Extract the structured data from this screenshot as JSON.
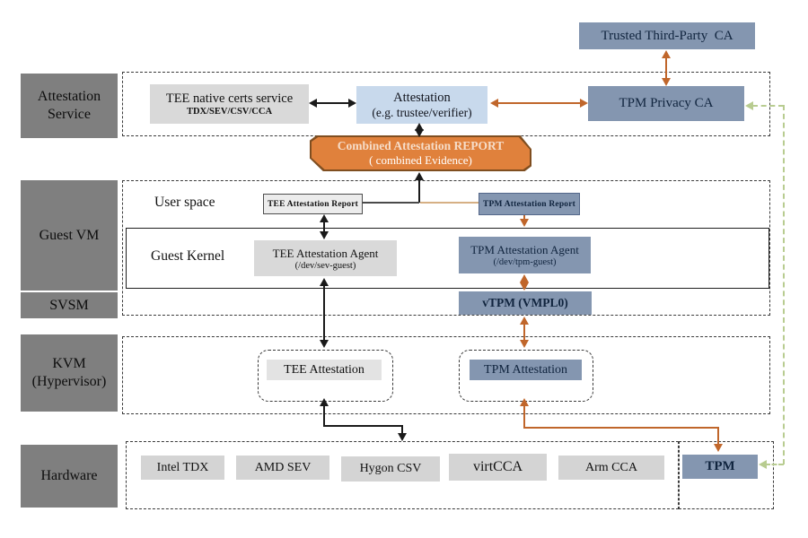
{
  "side_labels": [
    {
      "label": "Attestation Service"
    },
    {
      "label": "Guest VM"
    },
    {
      "label": "SVSM"
    },
    {
      "label": "KVM (Hypervisor)"
    },
    {
      "label": "Hardware"
    }
  ],
  "top": {
    "trusted_ca": "Trusted Third-Party  CA",
    "tpm_privacy_ca": "TPM Privacy CA"
  },
  "attestation_service": {
    "tee_native_title": "TEE native certs service",
    "tee_native_sub": "TDX/SEV/CSV/CCA",
    "attestation_title": "Attestation",
    "attestation_sub": "(e.g. trustee/verifier)"
  },
  "combined_report": {
    "line1": "Combined Attestation REPORT",
    "line2": "( combined Evidence)"
  },
  "guest_vm": {
    "user_space": "User space",
    "guest_kernel": "Guest Kernel",
    "tee_report": "TEE Attestation Report",
    "tpm_report": "TPM Attestation Report",
    "tee_agent_title": "TEE Attestation Agent",
    "tee_agent_sub": "(/dev/sev-guest)",
    "tpm_agent_title": "TPM Attestation Agent",
    "tpm_agent_sub": "(/dev/tpm-guest)"
  },
  "svsm": {
    "vtpm": "vTPM (VMPL0)"
  },
  "kvm": {
    "tee_attestation": "TEE Attestation",
    "tpm_attestation": "TPM Attestation"
  },
  "hardware": {
    "chips": [
      "Intel TDX",
      "AMD SEV",
      "Hygon CSV",
      "virtCCA",
      "Arm CCA"
    ],
    "tpm": "TPM"
  },
  "palette": {
    "layer_label_gray": "#7f7f7f",
    "blue_gray": "#8496b0",
    "light_blue": "#c8d9ec",
    "light_gray": "#d9d9d9",
    "orange_fill": "#e0813c",
    "orange_arrow": "#c0662b",
    "tan_connector": "#d6b084",
    "green_dashed": "#b8cc90",
    "black_arrow": "#1a1a1a"
  }
}
